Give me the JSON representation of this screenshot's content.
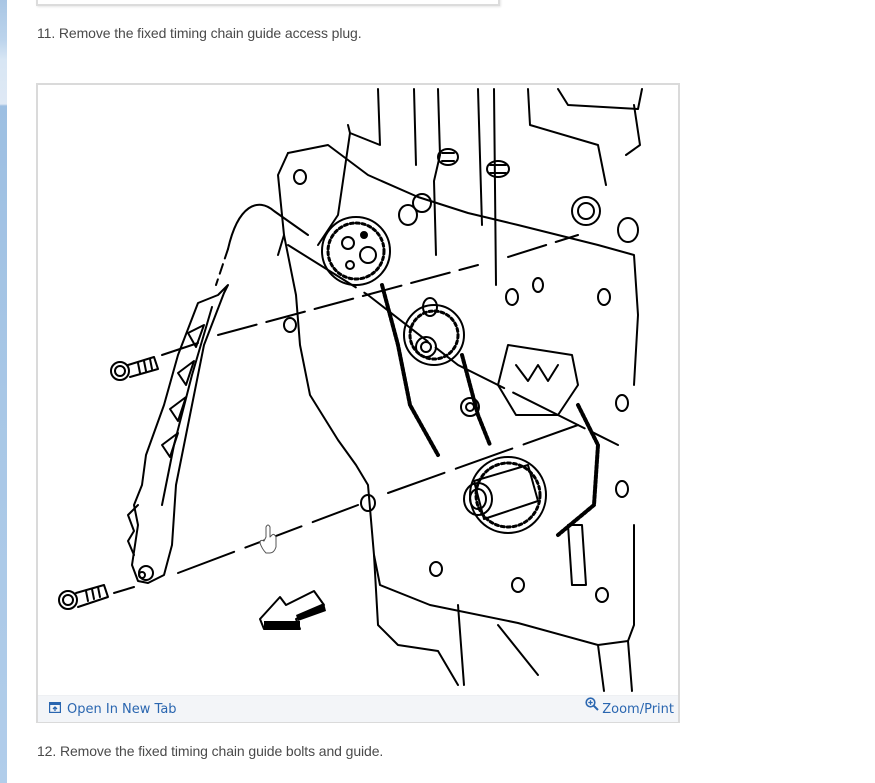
{
  "steps": {
    "step_11": "11. Remove the fixed timing chain guide access plug.",
    "step_12": "12. Remove the fixed timing chain guide bolts and guide."
  },
  "figure": {
    "alt": "Engine front timing chain illustration showing fixed timing chain guide with two bolts being removed",
    "footer": {
      "open_new_tab": {
        "label": "Open In New Tab",
        "icon": "open-new-tab-icon"
      },
      "zoom_print": {
        "label": "Zoom/Print",
        "icon": "zoom-in-icon"
      }
    }
  },
  "colors": {
    "link": "#2a66b0",
    "footer_bg": "#f3f5f8",
    "text": "#4a4a4a",
    "border": "#dadada",
    "side_strip": "#a8c7e6"
  }
}
